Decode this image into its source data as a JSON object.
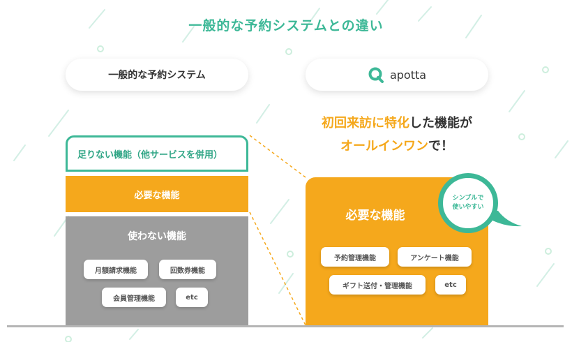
{
  "title": "一般的な予約システムとの違い",
  "left_header": "一般的な予約システム",
  "right_header": {
    "logo_text": "apotta",
    "logo_icon": "apotta-logo-icon"
  },
  "left_column": {
    "missing_label": "足りない機能（他サービスを併用）",
    "needed_label": "必要な機能",
    "unused_label": "使わない機能",
    "unused_items": [
      "月額請求機能",
      "回数券機能",
      "会員管理機能",
      "etc"
    ]
  },
  "headline": {
    "part1_highlight": "初回来訪に特化",
    "part1_rest": "した機能が",
    "part2_highlight": "オールインワン",
    "part2_rest": "で！"
  },
  "right_column": {
    "needed_label": "必要な機能",
    "items": [
      "予約管理機能",
      "アンケート機能",
      "ギフト送付・管理機能",
      "etc"
    ],
    "bubble_line1": "シンプルで",
    "bubble_line2": "使いやすい"
  },
  "colors": {
    "accent_green": "#3db897",
    "accent_orange": "#f5a81c",
    "gray_block": "#9d9d9d"
  }
}
